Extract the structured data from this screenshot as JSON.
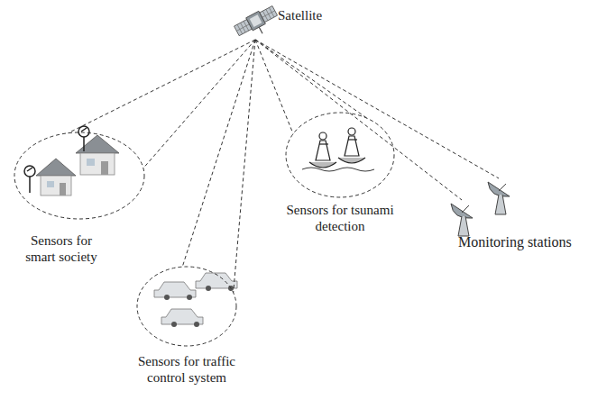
{
  "diagram": {
    "nodes": [
      {
        "text": [
          "Satellite"
        ]
      },
      {
        "text": [
          "Sensors for smart society"
        ]
      },
      {
        "text": [
          "Sensors for traffic control system"
        ]
      },
      {
        "text": [
          "Sensors for tsunami detection"
        ]
      },
      {
        "text": [
          "Monitoring stations"
        ]
      }
    ],
    "edges": [
      {
        "from": 0,
        "to": 1,
        "arrow": "none"
      },
      {
        "from": 0,
        "to": 2,
        "arrow": "none"
      },
      {
        "from": 0,
        "to": 3,
        "arrow": "none"
      },
      {
        "from": 0,
        "to": 4,
        "arrow": "none"
      }
    ]
  }
}
